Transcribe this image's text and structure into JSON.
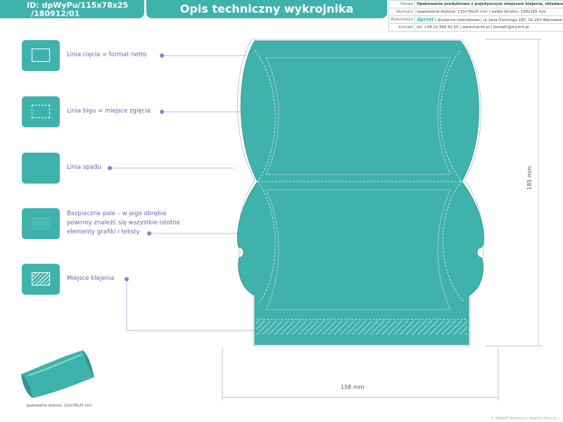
{
  "header": {
    "id_line1": "ID: dpWyPu/115x78x25",
    "id_line2": "/180912/01",
    "title": "Opis techniczny wykrojnika"
  },
  "info": {
    "rows": [
      {
        "key": "Nazwa",
        "value": "Opakowanie produktowe z pojedynczym miejscem klejenia, składane"
      },
      {
        "key": "Wymiary",
        "value": "opakowanie złożone: 115x78x25 mm   |   siatka (brutto): 158x185 mm"
      },
      {
        "key": "Wykonawca",
        "brand": "dprint",
        "value": "drukarnia internetowa  |  ul. Jana Ostroroga 18C, 01-163 Warszawa"
      },
      {
        "key": "Kontakt",
        "value": "tel. +48 22 569 92 50   |   www.d-print.pl   |   kontakt@d-print.pl"
      }
    ]
  },
  "legend": [
    {
      "label": "Linia cięcia = format netto"
    },
    {
      "label": "Linia bigu = miejsce zgięcia"
    },
    {
      "label": "Linia spadu"
    },
    {
      "label_lines": [
        "Bezpieczne pole – w jego obrębie",
        "powinny znaleźć się wszystkie istotne",
        "elementy grafiki i teksty"
      ]
    },
    {
      "label": "Miejsce klejenia"
    }
  ],
  "dimensions": {
    "height": "185 mm",
    "width": "158 mm"
  },
  "caption": "opakowanie złożone: 115x78x25 mm",
  "copyright": "© PROJEKT: Katarzyna i Wojciech Puza sp. j.",
  "colors": {
    "teal": "#3fb2ac",
    "purple": "#6f62b0"
  }
}
